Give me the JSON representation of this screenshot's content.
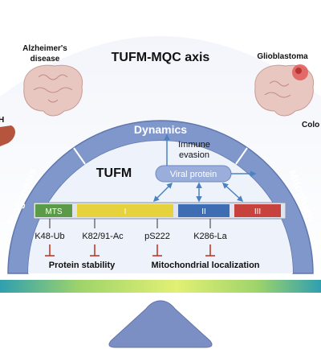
{
  "title": "TUFM-MQC axis",
  "diseases": {
    "alzheimers": "Alzheimer's disease",
    "alzheimers_line1": "Alzheimer's",
    "alzheimers_line2": "disease",
    "glioblastoma": "Glioblastoma",
    "colon_partial": "Colo",
    "liver_partial": "H"
  },
  "arch_segments": {
    "left": "Biogenesis",
    "top": "Dynamics",
    "right": "Mitophagy"
  },
  "center": {
    "protein": "TUFM",
    "immune_line1": "Immune",
    "immune_line2": "evasion",
    "viral_protein": "Viral protein"
  },
  "domains": {
    "mts": "MTS",
    "d1": "I",
    "d2": "II",
    "d3": "III"
  },
  "modifications": [
    {
      "label": "K48-Ub"
    },
    {
      "label": "K82/91-Ac"
    },
    {
      "label": "pS222"
    },
    {
      "label": "K286-La"
    }
  ],
  "outcomes": {
    "stability": "Protein stability",
    "localization": "Mitochondrial localization"
  },
  "colors": {
    "arch_fill": "#eef2fa",
    "arch_band": "#7f97cb",
    "arch_outline": "#5f77ad",
    "mts": "#5b9a46",
    "domain1": "#e6d23c",
    "domain2": "#3e6db3",
    "domain3": "#c7423d",
    "viral_protein_fill": "#9aaedc",
    "arrow_blue": "#4a82c2",
    "inhibit_red": "#c0392b",
    "brain_fill": "#e8c7c0",
    "scale_base": "#7c8fc4"
  }
}
